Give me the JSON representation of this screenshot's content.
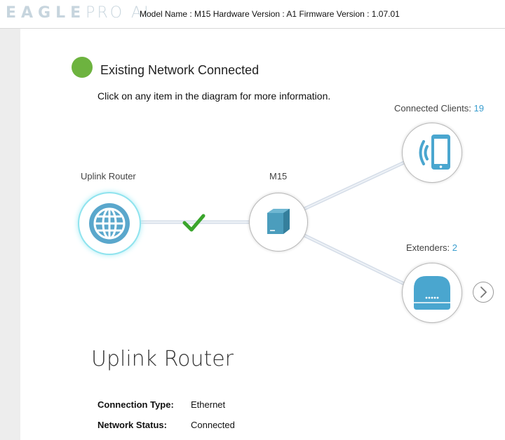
{
  "header": {
    "logo_strong": "EAGLE",
    "logo_light": "PRO AI",
    "model_info": "Model Name : M15 Hardware Version : A1 Firmware Version : 1.07.01"
  },
  "status": {
    "text": "Existing Network Connected",
    "color": "#6db33f"
  },
  "instructions": "Click on any item in the diagram for more information.",
  "diagram": {
    "uplink": {
      "label": "Uplink Router",
      "icon": "globe-icon"
    },
    "m15": {
      "label": "M15",
      "icon": "m15-device-icon"
    },
    "clients": {
      "label": "Connected Clients:",
      "count": "19",
      "icon": "phone-wifi-icon"
    },
    "extenders": {
      "label": "Extenders:",
      "count": "2",
      "icon": "extender-device-icon"
    },
    "link_status_icon": "check-icon",
    "accent_color": "#3a9ecf"
  },
  "details": {
    "title": "Uplink Router",
    "rows": [
      {
        "label": "Connection Type:",
        "value": "Ethernet"
      },
      {
        "label": "Network Status:",
        "value": "Connected"
      }
    ]
  }
}
